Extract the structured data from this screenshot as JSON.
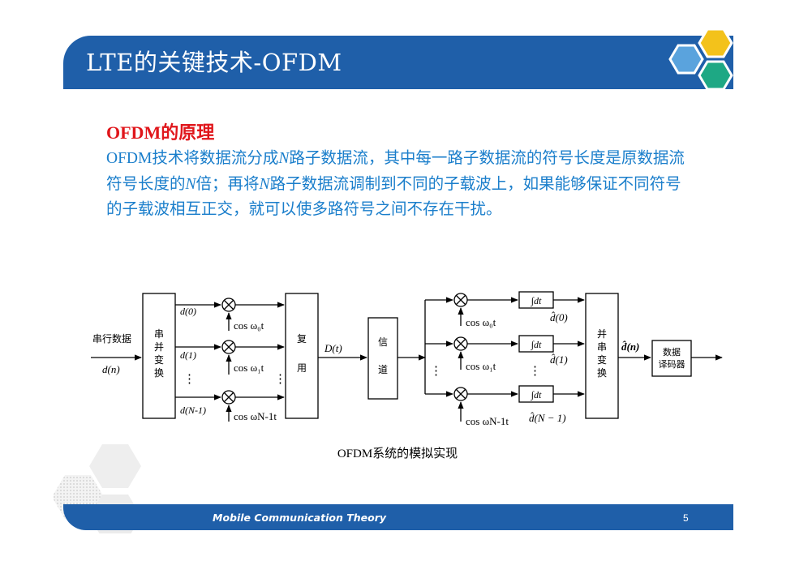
{
  "slide": {
    "title": "LTE的关键技术-OFDM",
    "heading": "OFDM的原理",
    "paragraph_runs": [
      {
        "t": "OFDM",
        "cls": "lat"
      },
      {
        "t": "技术将数据流分成",
        "cls": ""
      },
      {
        "t": "N",
        "cls": "var"
      },
      {
        "t": "路子数据流，其中每一路子数据流的符号长度是原数据流符号长度的",
        "cls": ""
      },
      {
        "t": "N",
        "cls": "var"
      },
      {
        "t": "倍；再将",
        "cls": ""
      },
      {
        "t": "N",
        "cls": "var"
      },
      {
        "t": "路子数据流调制到不同的子载波上，如果能够保证不同符号的子载波相互正交，就可以使多路符号之间不存在干扰。",
        "cls": ""
      }
    ],
    "caption": "OFDM系统的模拟实现",
    "footer": "Mobile Communication Theory",
    "page_number": "5"
  },
  "diagram": {
    "input_label": "串行数据",
    "input_signal": "d(n)",
    "sp_block": [
      "串",
      "并",
      "变",
      "换"
    ],
    "mux_block": [
      "复",
      "用"
    ],
    "channel_block": [
      "信",
      "道"
    ],
    "ps_block": [
      "并",
      "串",
      "变",
      "换"
    ],
    "decoder_block": [
      "数据",
      "译码器"
    ],
    "channel_signal": "D(t)",
    "output_signal": "d̂(n)",
    "branch_inputs": [
      "d(0)",
      "d(1)",
      "d(N-1)"
    ],
    "tx_carriers": [
      "cos ω₀t",
      "cos ω₁t",
      "cos ωN-1t"
    ],
    "rx_carriers": [
      "cos ω₀t",
      "cos ω₁t",
      "cos ωN-1t"
    ],
    "integrator": "∫dt",
    "rx_outputs": [
      "d̂(0)",
      "d̂(1)",
      "d̂(N − 1)"
    ],
    "ellipsis": "⋮"
  },
  "colors": {
    "title_bar": "#1f5fa9",
    "heading": "#e0161b",
    "body_text": "#1a7ecb",
    "hex_yellow": "#f3c21b",
    "hex_blue": "#5aa3dd",
    "hex_teal": "#1ea884"
  }
}
